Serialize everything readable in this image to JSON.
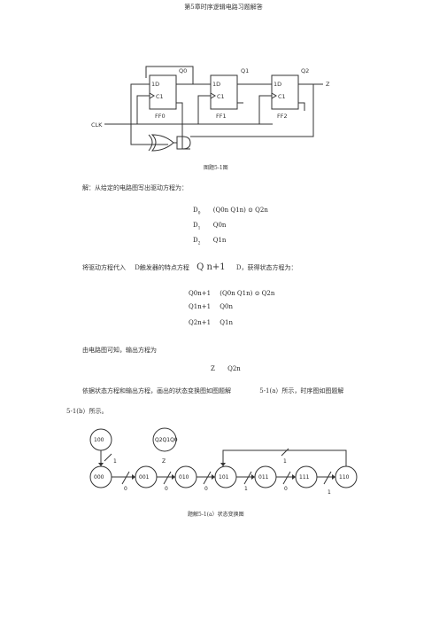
{
  "header": {
    "title": "第5章时序逻辑电路习题解答"
  },
  "circuit": {
    "labels": {
      "q0": "Q0",
      "q1": "Q1",
      "q2": "Q2",
      "z": "Z",
      "clk": "CLK"
    },
    "flipflops": [
      {
        "d": "1D",
        "c": "C1",
        "name": "FF0"
      },
      {
        "d": "1D",
        "c": "C1",
        "name": "FF1"
      },
      {
        "d": "1D",
        "c": "C1",
        "name": "FF2"
      }
    ],
    "caption": "图题5-1图"
  },
  "solution": {
    "intro": "解：从给定的电路图写出驱动方程为：",
    "drive_eqs": [
      {
        "lhs": "D",
        "sub": "0",
        "rhs": "(Q0n Q1n) ⊙ Q2n"
      },
      {
        "lhs": "D",
        "sub": "1",
        "rhs": "Q0n"
      },
      {
        "lhs": "D",
        "sub": "2",
        "rhs": "Q1n"
      }
    ],
    "state_intro_a": "将驱动方程代入",
    "state_intro_b": "D触发器的特点方程",
    "state_intro_c": "D，获得状态方程为：",
    "char_eq": "Q n+1",
    "state_eqs": [
      {
        "lhs": "Q0n+1",
        "rhs": "(Q0n Q1n) ⊙ Q2n"
      },
      {
        "lhs": "Q1n+1",
        "rhs": "Q0n"
      },
      {
        "lhs": "Q2n+1",
        "rhs": "Q1n"
      }
    ],
    "output_intro": "由电路图可知，输出方程为",
    "output_eq": {
      "lhs": "Z",
      "rhs": "Q2n"
    },
    "para_a": "依据状态方程和输出方程，画出的状态变换图如图题解",
    "para_b": "5-1(a）所示，时序图如图题解",
    "para_c": "5-1(b）所示。"
  },
  "state_diagram": {
    "legend_state": "Q2Q1Q0",
    "legend_out": "Z",
    "states": [
      "100",
      "000",
      "001",
      "010",
      "101",
      "011",
      "111",
      "110"
    ],
    "outputs": [
      "1",
      "0",
      "0",
      "0",
      "1",
      "0",
      "1",
      "1"
    ],
    "caption": "题解5-1(a）状态变换图"
  }
}
